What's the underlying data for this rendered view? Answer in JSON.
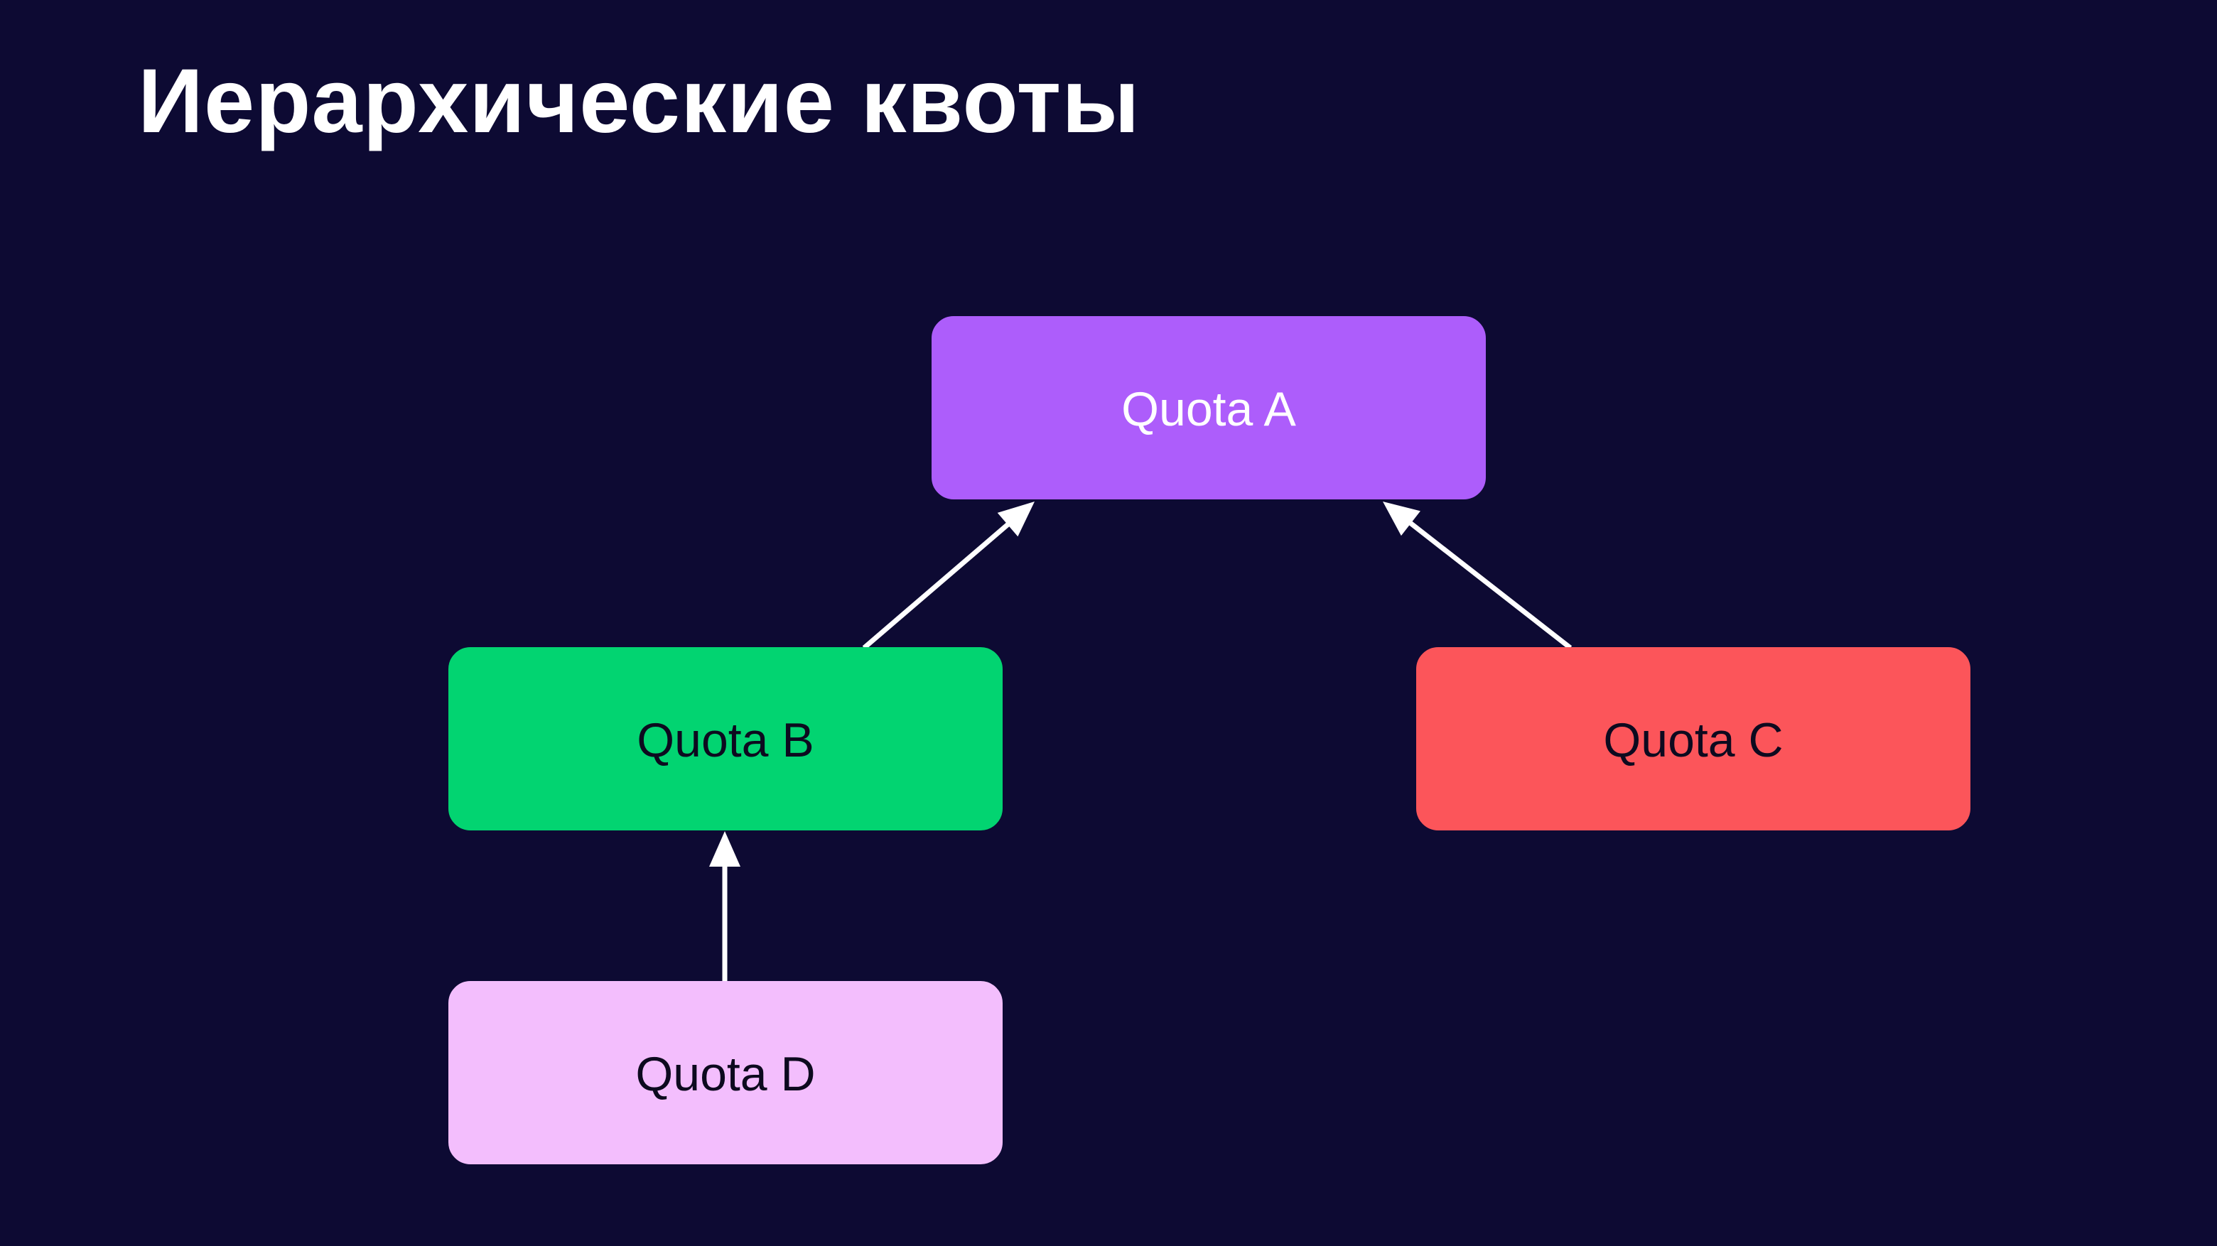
{
  "slide": {
    "title": "Иерархические квоты",
    "background": "#0d0a33"
  },
  "diagram": {
    "nodes": [
      {
        "id": "a",
        "label": "Quota A",
        "fill": "#ad5dfb",
        "text_color": "#ffffff"
      },
      {
        "id": "b",
        "label": "Quota B",
        "fill": "#02d471",
        "text_color": "#0d0a1f"
      },
      {
        "id": "c",
        "label": "Quota C",
        "fill": "#fc555a",
        "text_color": "#0d0a1f"
      },
      {
        "id": "d",
        "label": "Quota D",
        "fill": "#f3befd",
        "text_color": "#0d0a1f"
      }
    ],
    "edges": [
      {
        "from": "b",
        "to": "a"
      },
      {
        "from": "c",
        "to": "a"
      },
      {
        "from": "d",
        "to": "b"
      }
    ],
    "edge_color": "#ffffff"
  }
}
